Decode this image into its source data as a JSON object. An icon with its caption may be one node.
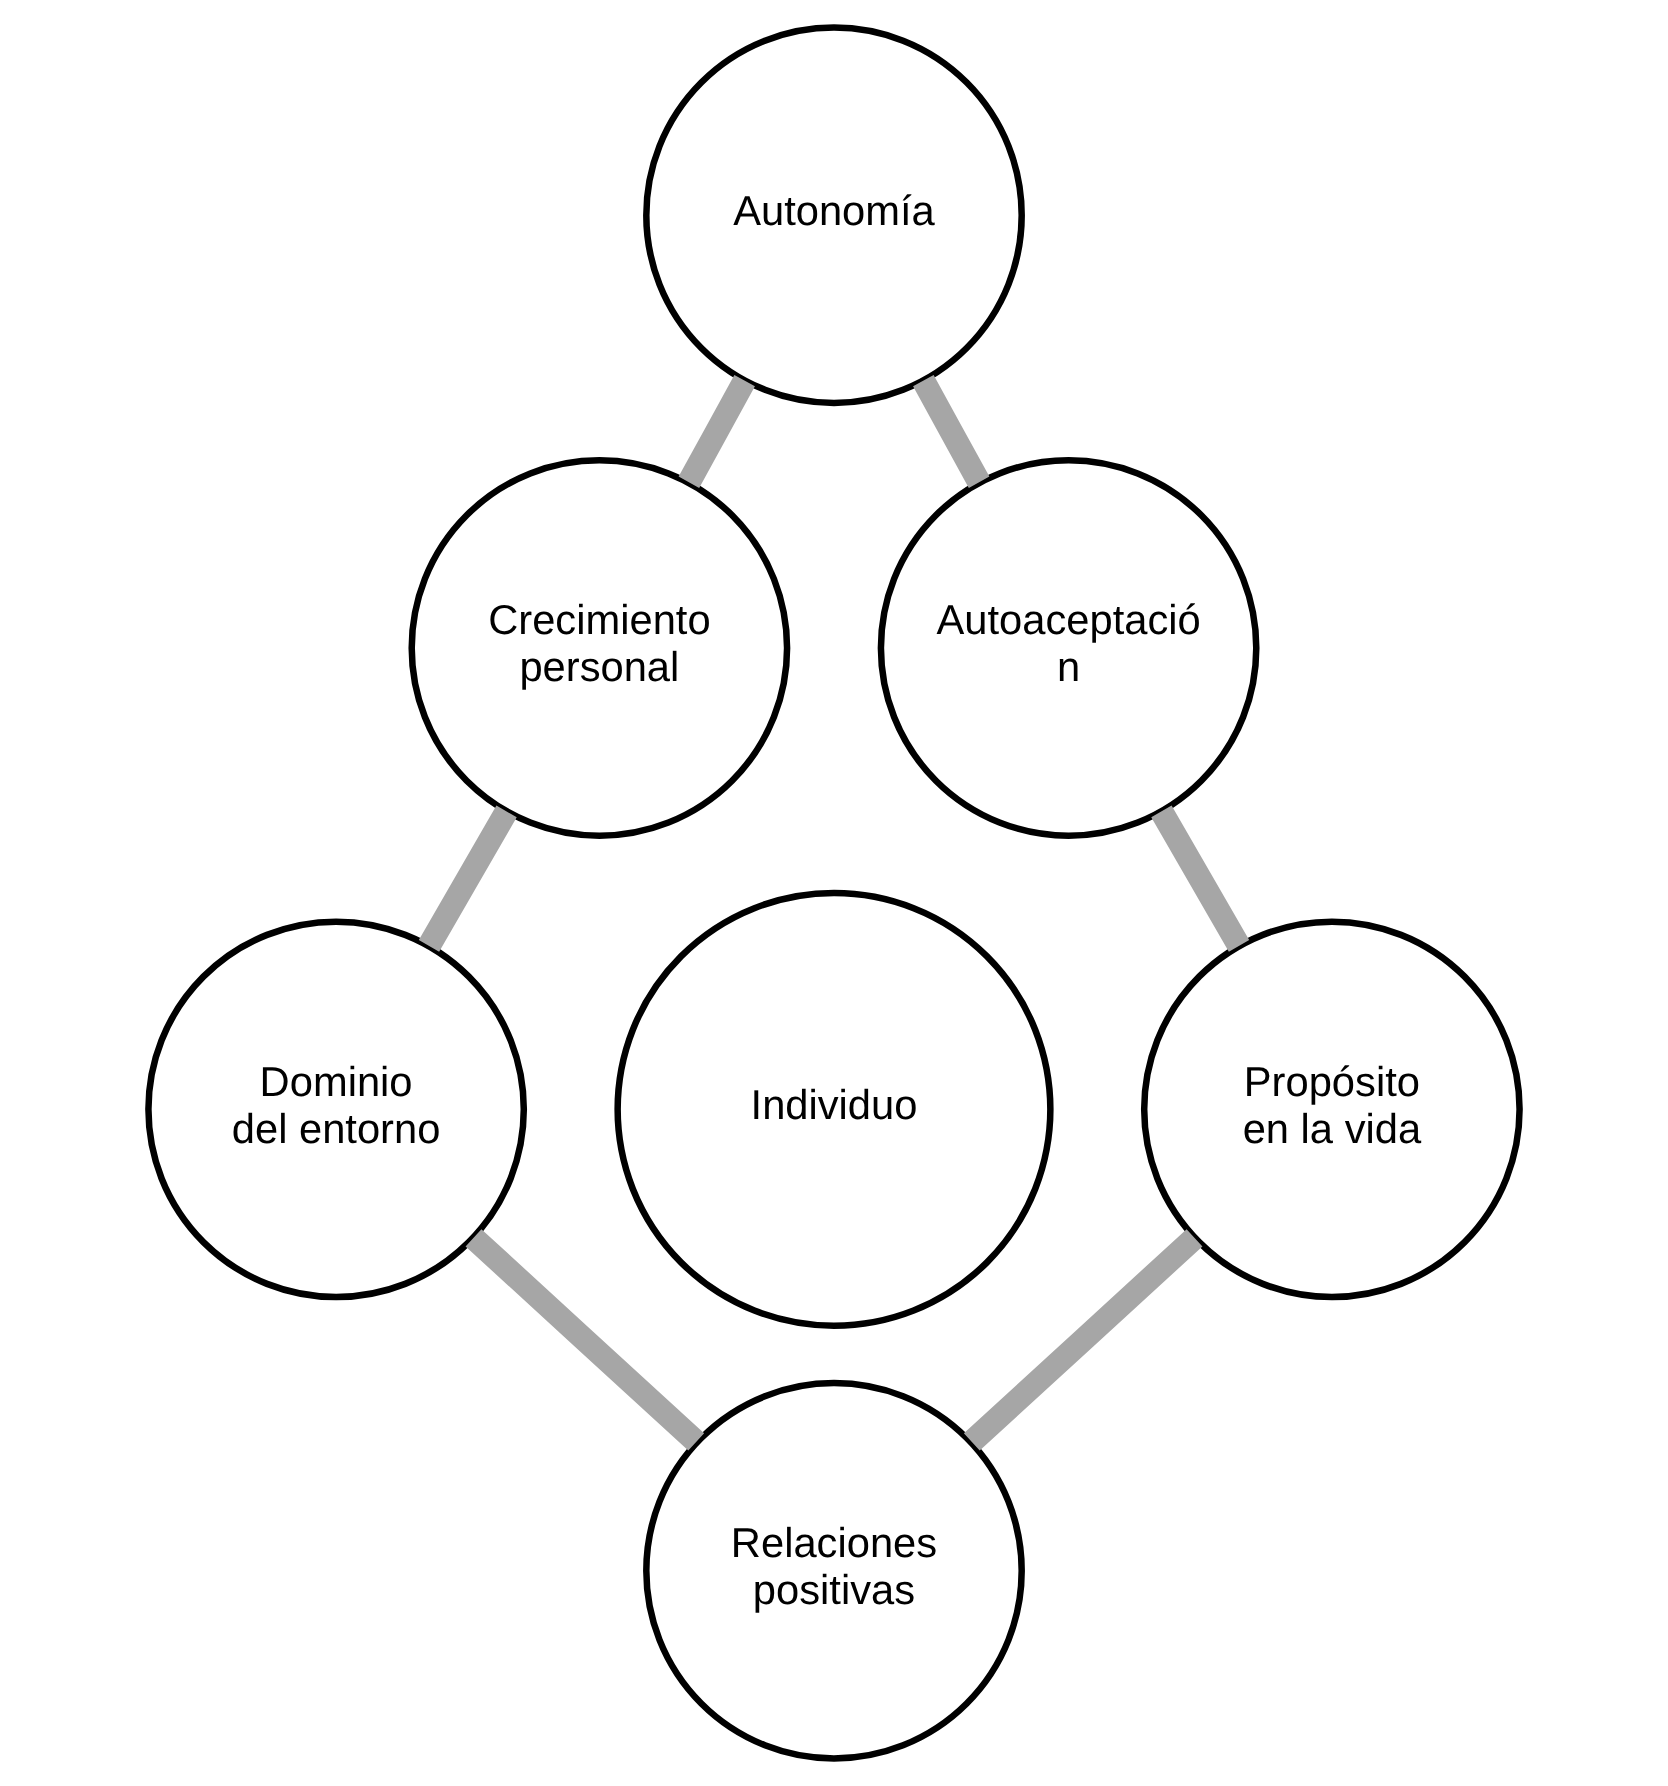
{
  "diagram": {
    "nodes": [
      {
        "text": [
          "Autonomía"
        ]
      },
      {
        "text": [
          "Crecimiento personal"
        ]
      },
      {
        "text": [
          "Autoaceptació n"
        ]
      },
      {
        "text": [
          "Individuo"
        ]
      },
      {
        "text": [
          "Dominio del entorno"
        ]
      },
      {
        "text": [
          "Propósito en la vida"
        ]
      },
      {
        "text": [
          "Relaciones positivas"
        ]
      }
    ],
    "edges": [
      {
        "from": 0,
        "to": 1,
        "arrow": "none"
      },
      {
        "from": 0,
        "to": 2,
        "arrow": "none"
      },
      {
        "from": 1,
        "to": 4,
        "arrow": "none"
      },
      {
        "from": 2,
        "to": 5,
        "arrow": "none"
      },
      {
        "from": 4,
        "to": 6,
        "arrow": "none"
      },
      {
        "from": 5,
        "to": 6,
        "arrow": "none"
      }
    ]
  }
}
